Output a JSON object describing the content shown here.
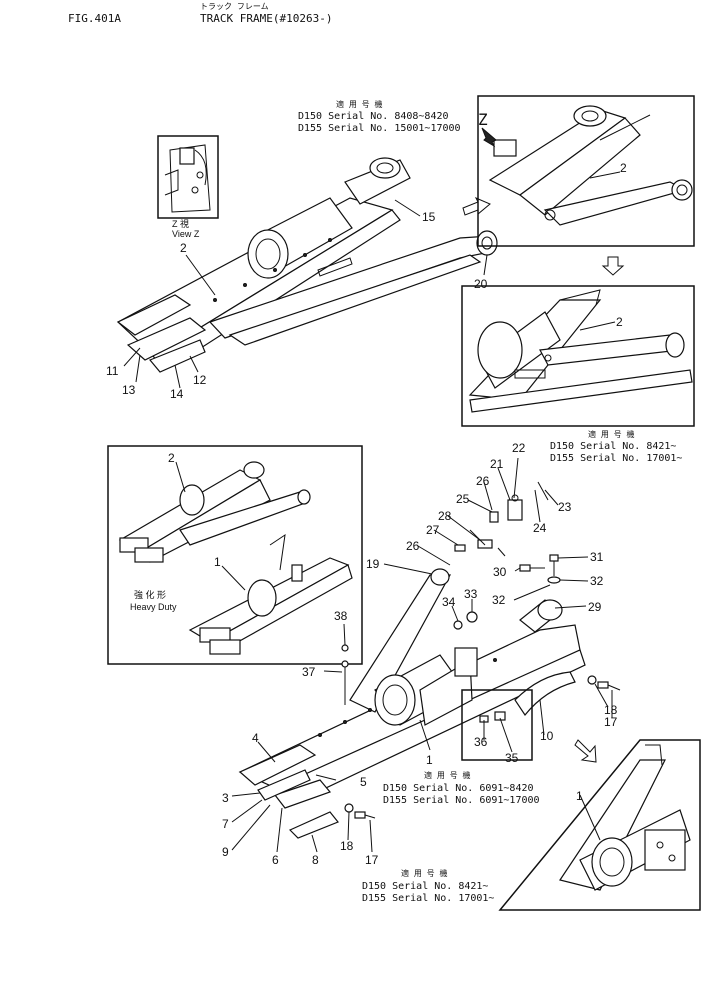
{
  "header": {
    "fig": "FIG.401A",
    "title_jp": "トラック フレーム",
    "title": "TRACK FRAME(#10263-)"
  },
  "serial_blocks": [
    {
      "jp": "適 用 号 機",
      "lines": [
        "D150  Serial No. 8408~8420",
        "D155  Serial No. 15001~17000"
      ]
    },
    {
      "jp": "適 用 号 機",
      "lines": [
        "D150  Serial No. 8421~",
        "D155  Serial No. 17001~"
      ]
    },
    {
      "jp": "適 用 号 機",
      "lines": [
        "D150  Serial No. 6091~8420",
        "D155  Serial No. 6091~17000"
      ]
    },
    {
      "jp": "適 用 号 機",
      "lines": [
        "D150  Serial No. 8421~",
        "D155  Serial No. 17001~"
      ]
    }
  ],
  "view_z": {
    "jp": "Z  視",
    "label": "View Z",
    "marker": "Z"
  },
  "heavy_duty": {
    "jp": "強 化 形",
    "label": "Heavy Duty"
  },
  "callouts": {
    "c1": "1",
    "c2": "2",
    "c3": "3",
    "c4": "4",
    "c5": "5",
    "c6": "6",
    "c7": "7",
    "c8": "8",
    "c9": "9",
    "c10": "10",
    "c11": "11",
    "c12": "12",
    "c13": "13",
    "c14": "14",
    "c15": "15",
    "c17": "17",
    "c18": "18",
    "c19": "19",
    "c20": "20",
    "c21": "21",
    "c22": "22",
    "c23": "23",
    "c24": "24",
    "c25": "25",
    "c26": "26",
    "c27": "27",
    "c28": "28",
    "c29": "29",
    "c30": "30",
    "c31": "31",
    "c32": "32",
    "c33": "33",
    "c34": "34",
    "c35": "35",
    "c36": "36",
    "c37": "37",
    "c38": "38"
  }
}
